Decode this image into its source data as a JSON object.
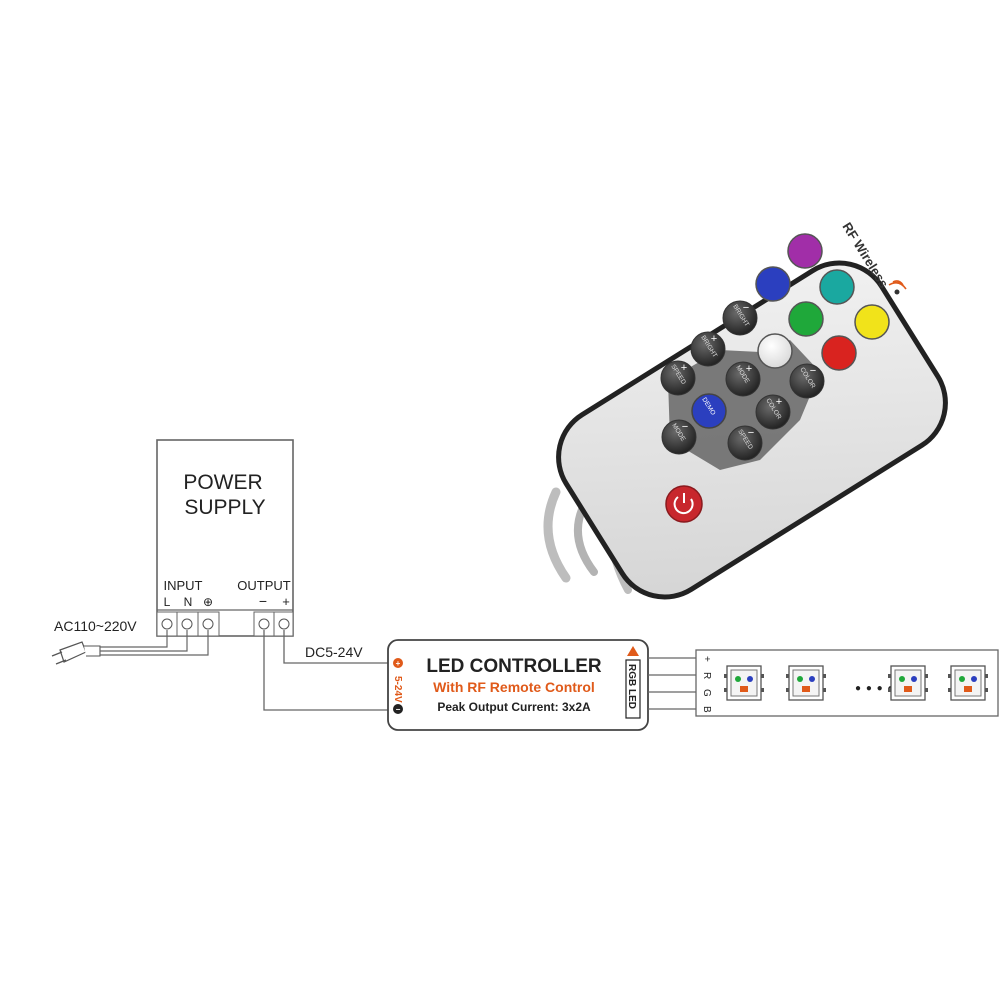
{
  "power_supply": {
    "title_line1": "POWER",
    "title_line2": "SUPPLY",
    "input_label": "INPUT",
    "input_terminals": [
      "L",
      "N",
      "⊕"
    ],
    "output_label": "OUTPUT",
    "output_terminals": [
      "−",
      "+"
    ]
  },
  "ac_label": "AC110~220V",
  "dc_label": "DC5-24V",
  "controller": {
    "title": "LED CONTROLLER",
    "subtitle": "With RF Remote Control",
    "spec": "Peak Output Current: 3x2A",
    "input_label": "5-24V",
    "output_label": "RGB LED"
  },
  "strip": {
    "pins": [
      "+",
      "R",
      "G",
      "B"
    ],
    "ellipsis": "● ● ● ●"
  },
  "remote": {
    "brand": "RF Wireless",
    "buttons": [
      {
        "label": "BRIGHT"
      },
      {
        "label": "BRIGHT"
      },
      {
        "label": "SPEED"
      },
      {
        "label": "MODE"
      },
      {
        "label": "DEMO"
      },
      {
        "label": "MODE"
      },
      {
        "label": "SPEED"
      },
      {
        "label": "COLOR"
      },
      {
        "label": "COLOR"
      }
    ],
    "button_signs": [
      "−",
      "+",
      "+",
      "+",
      "",
      "−",
      "−",
      "−",
      "+"
    ]
  },
  "colors": {
    "line": "#555555",
    "accent": "#e05a1a",
    "remote_body": "#e6e6e6",
    "remote_border": "#2a2a2a",
    "purple": "#a12ea8",
    "blue": "#2b3fbf",
    "teal": "#1aa8a0",
    "green": "#1fa83a",
    "yellow": "#f1e31a",
    "white": "#f2f2f2",
    "red": "#d9231f",
    "dark": "#2f2f2f",
    "power": "#c8272d"
  }
}
